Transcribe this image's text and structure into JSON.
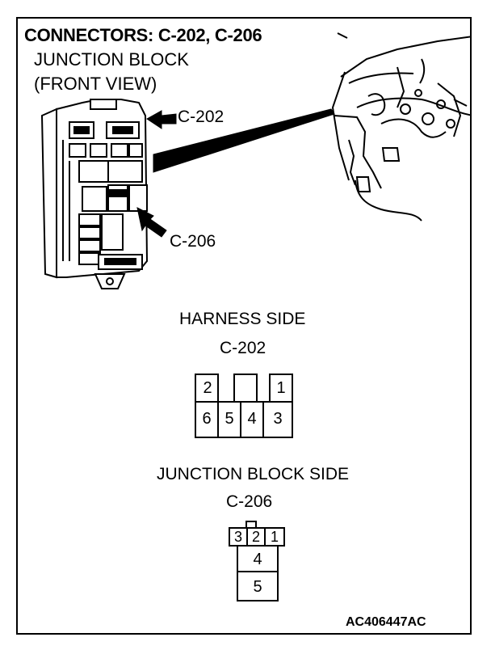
{
  "title": "CONNECTORS: C-202, C-206",
  "component": {
    "line1": "JUNCTION BLOCK",
    "line2": "(FRONT VIEW)"
  },
  "callouts": {
    "c202": "C-202",
    "c206": "C-206"
  },
  "harness_side": {
    "heading": "HARNESS SIDE",
    "connector": "C-202",
    "pins": {
      "p1": "1",
      "p2": "2",
      "p3": "3",
      "p4": "4",
      "p5": "5",
      "p6": "6"
    }
  },
  "junction_block_side": {
    "heading": "JUNCTION BLOCK SIDE",
    "connector": "C-206",
    "pins": {
      "p1": "1",
      "p2": "2",
      "p3": "3",
      "p4": "4",
      "p5": "5"
    }
  },
  "reference_code": "AC406447AC"
}
